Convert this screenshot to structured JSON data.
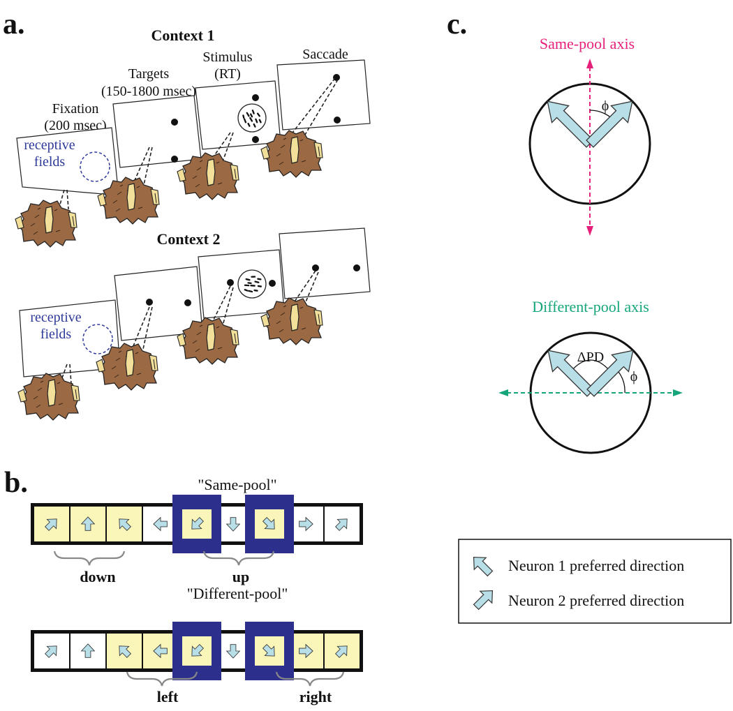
{
  "panel_a": {
    "label": "a.",
    "context1": "Context 1",
    "context2": "Context 2",
    "fixation_l1": "Fixation",
    "fixation_l2": "(200 msec)",
    "targets_l1": "Targets",
    "targets_l2": "(150-1800 msec)",
    "stimulus_l1": "Stimulus",
    "stimulus_l2": "(RT)",
    "saccade": "Saccade",
    "rf_l1": "receptive",
    "rf_l2": "fields"
  },
  "panel_b": {
    "label": "b.",
    "same_title": "\"Same-pool\"",
    "diff_title": "\"Different-pool\"",
    "same_left": "down",
    "same_right": "up",
    "diff_left": "left",
    "diff_right": "right"
  },
  "panel_c": {
    "label": "c.",
    "same_axis": "Same-pool axis",
    "diff_axis": "Different-pool axis",
    "phi": "ϕ",
    "dpd": "ΔPD",
    "legend_n1": "Neuron 1 preferred direction",
    "legend_n2": "Neuron 2 preferred direction"
  },
  "colors": {
    "arrow_fill": "#b8dfe8",
    "cell_yellow": "#faf5b8",
    "highlight": "#2c2f8c",
    "same_axis": "#e6207a",
    "diff_axis": "#15a57a",
    "rf": "#2e3a9a",
    "monkey": "#9b6a45",
    "ear": "#f2df9a"
  }
}
